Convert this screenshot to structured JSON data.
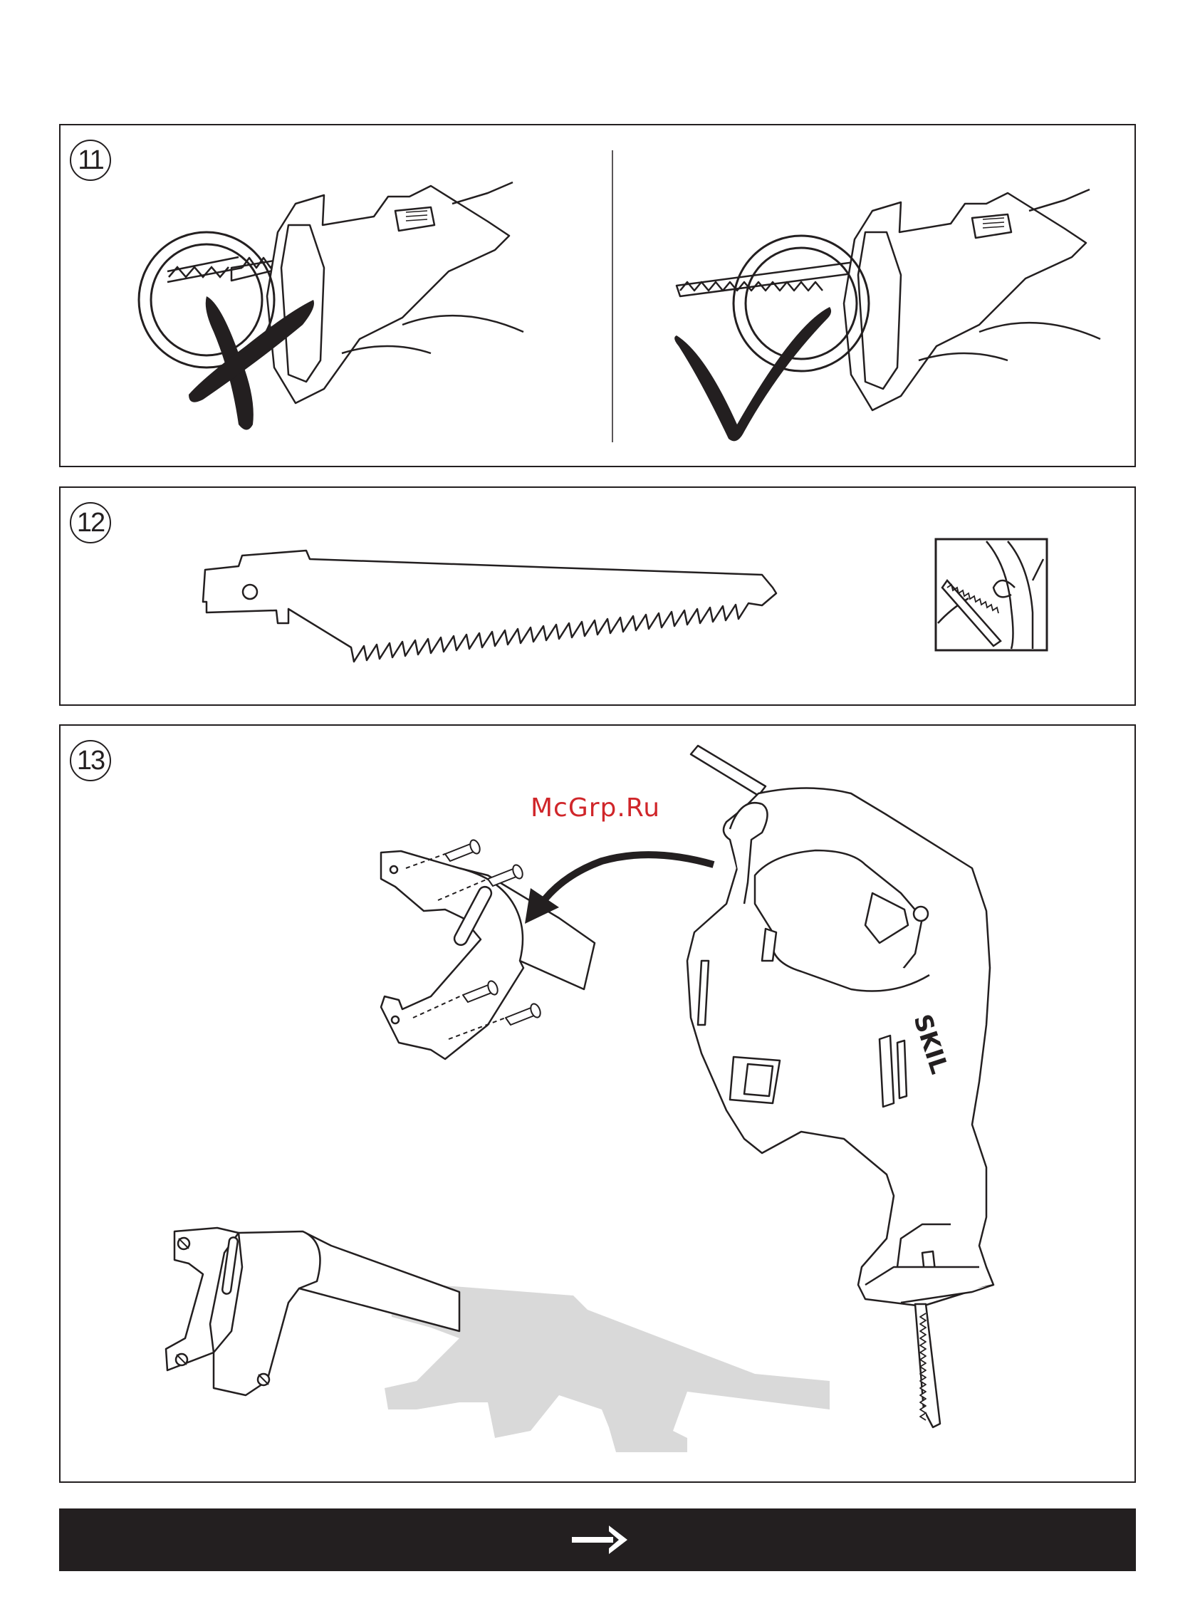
{
  "steps": [
    {
      "number": "11"
    },
    {
      "number": "12"
    },
    {
      "number": "13"
    }
  ],
  "watermark": "McGrp.Ru",
  "brand_logo": "SKIL",
  "icons": {
    "wrong": "cross-icon",
    "correct": "check-icon",
    "next": "arrow-right-icon"
  },
  "colors": {
    "line": "#231f20",
    "watermark": "#d0262a",
    "shadow": "#d9d9d9",
    "bar": "#231f20"
  }
}
